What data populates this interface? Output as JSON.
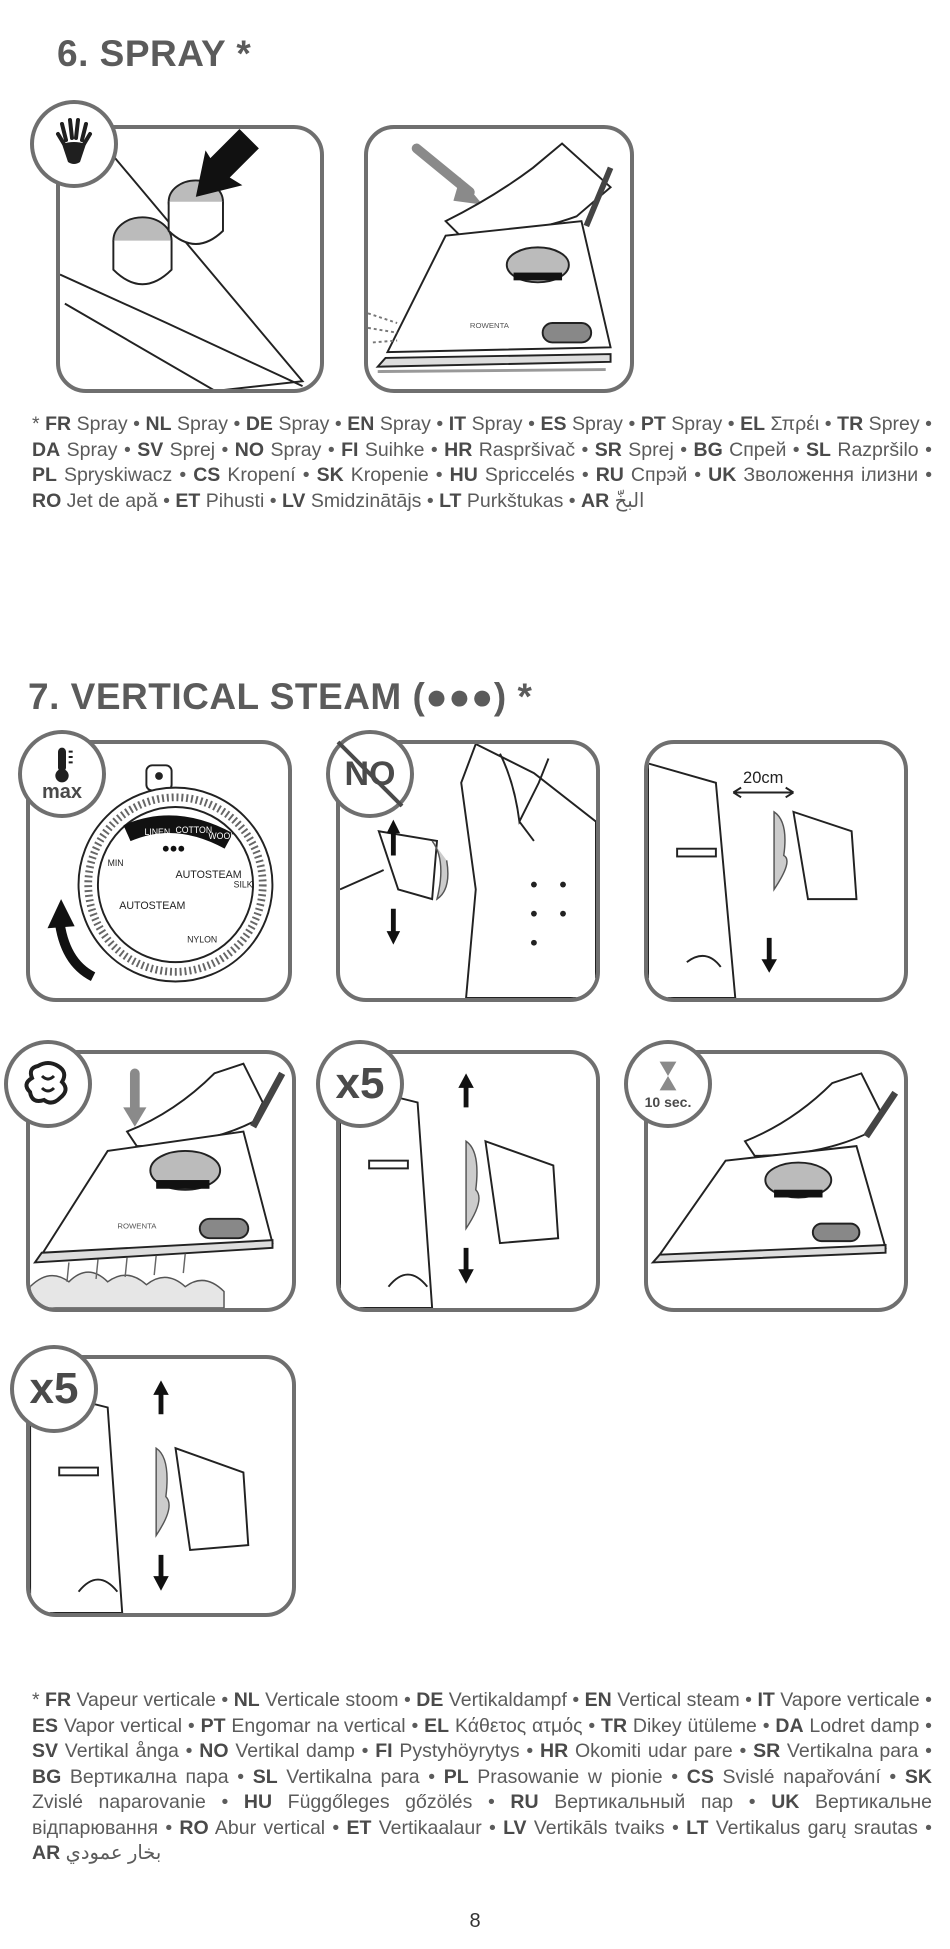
{
  "section6": {
    "title": "6. SPRAY *",
    "translations": [
      [
        "*",
        "FR",
        "Spray"
      ],
      [
        "",
        "NL",
        "Spray"
      ],
      [
        "",
        "DE",
        "Spray"
      ],
      [
        "",
        "EN",
        "Spray"
      ],
      [
        "",
        "IT",
        "Spray"
      ],
      [
        "",
        "ES",
        "Spray"
      ],
      [
        "",
        "PT",
        "Spray"
      ],
      [
        "",
        "EL",
        "Σπρέι"
      ],
      [
        "",
        "TR",
        "Sprey"
      ],
      [
        "",
        "DA",
        "Spray"
      ],
      [
        "",
        "SV",
        "Sprej"
      ],
      [
        "",
        "NO",
        "Spray"
      ],
      [
        "",
        "FI",
        "Suihke"
      ],
      [
        "",
        "HR",
        "Raspršivač"
      ],
      [
        "",
        "SR",
        "Sprej"
      ],
      [
        "",
        "BG",
        "Спрей"
      ],
      [
        "",
        "SL",
        "Razpršilo"
      ],
      [
        "",
        "PL",
        "Spryskiwacz"
      ],
      [
        "",
        "CS",
        "Kropení"
      ],
      [
        "",
        "SK",
        "Kropenie"
      ],
      [
        "",
        "HU",
        "Spriccelés"
      ],
      [
        "",
        "RU",
        "Спрэй"
      ],
      [
        "",
        "UK",
        "Зволоження ілизни"
      ],
      [
        "",
        "RO",
        "Jet de apă"
      ],
      [
        "",
        "ET",
        "Pihusti"
      ],
      [
        "",
        "LV",
        "Smidzinātājs"
      ],
      [
        "",
        "LT",
        "Purkštukas"
      ],
      [
        "",
        "AR",
        "البخّ"
      ]
    ]
  },
  "section7": {
    "title": "7. VERTICAL STEAM (●●●) *",
    "badge_max": "max",
    "badge_no": "NO",
    "distance_label": "20cm",
    "badge_x5_a": "x5",
    "badge_x5_b": "x5",
    "badge_10sec": "10 sec.",
    "dial_labels": {
      "linen": "LINEN",
      "cotton": "COTTON",
      "wool": "WOOL",
      "silk": "SILK",
      "nylon": "NYLON",
      "min": "MIN",
      "autosteam_a": "AUTOSTEAM",
      "autosteam_b": "AUTOSTEAM"
    },
    "translations": [
      [
        "*",
        "FR",
        "Vapeur verticale"
      ],
      [
        "",
        "NL",
        "Verticale stoom"
      ],
      [
        "",
        "DE",
        "Vertikaldampf"
      ],
      [
        "",
        "EN",
        "Vertical steam"
      ],
      [
        "",
        "IT",
        "Vapore verticale"
      ],
      [
        "",
        "ES",
        "Vapor vertical"
      ],
      [
        "",
        "PT",
        "Engomar na vertical"
      ],
      [
        "",
        "EL",
        "Κάθετος ατμός"
      ],
      [
        "",
        "TR",
        "Dikey ütüleme"
      ],
      [
        "",
        "DA",
        "Lodret damp"
      ],
      [
        "",
        "SV",
        "Vertikal ånga"
      ],
      [
        "",
        "NO",
        "Vertikal damp"
      ],
      [
        "",
        "FI",
        "Pystyhöyrytys"
      ],
      [
        "",
        "HR",
        "Okomiti udar pare"
      ],
      [
        "",
        "SR",
        "Vertikalna para"
      ],
      [
        "",
        "BG",
        "Вертикална пара"
      ],
      [
        "",
        "SL",
        "Vertikalna para"
      ],
      [
        "",
        "PL",
        "Prasowanie w pionie"
      ],
      [
        "",
        "CS",
        "Svislé napařování"
      ],
      [
        "",
        "SK",
        "Zvislé naparovanie"
      ],
      [
        "",
        "HU",
        "Függőleges gőzölés"
      ],
      [
        "",
        "RU",
        "Вертикальный пар"
      ],
      [
        "",
        "UK",
        "Вертикальне відпарювання"
      ],
      [
        "",
        "RO",
        "Abur vertical"
      ],
      [
        "",
        "ET",
        "Vertikaalaur"
      ],
      [
        "",
        "LV",
        "Vertikāls tvaiks"
      ],
      [
        "",
        "LT",
        "Vertikalus garų srautas"
      ],
      [
        "",
        "AR",
        "بخار عمودي"
      ]
    ]
  },
  "brand_mark": "ROWENTA",
  "page_number": "8",
  "colors": {
    "text": "#5b5b5b",
    "outline": "#6f6f6f",
    "arrow_gray": "#8a8a8a",
    "ink": "#1f1f1f"
  }
}
